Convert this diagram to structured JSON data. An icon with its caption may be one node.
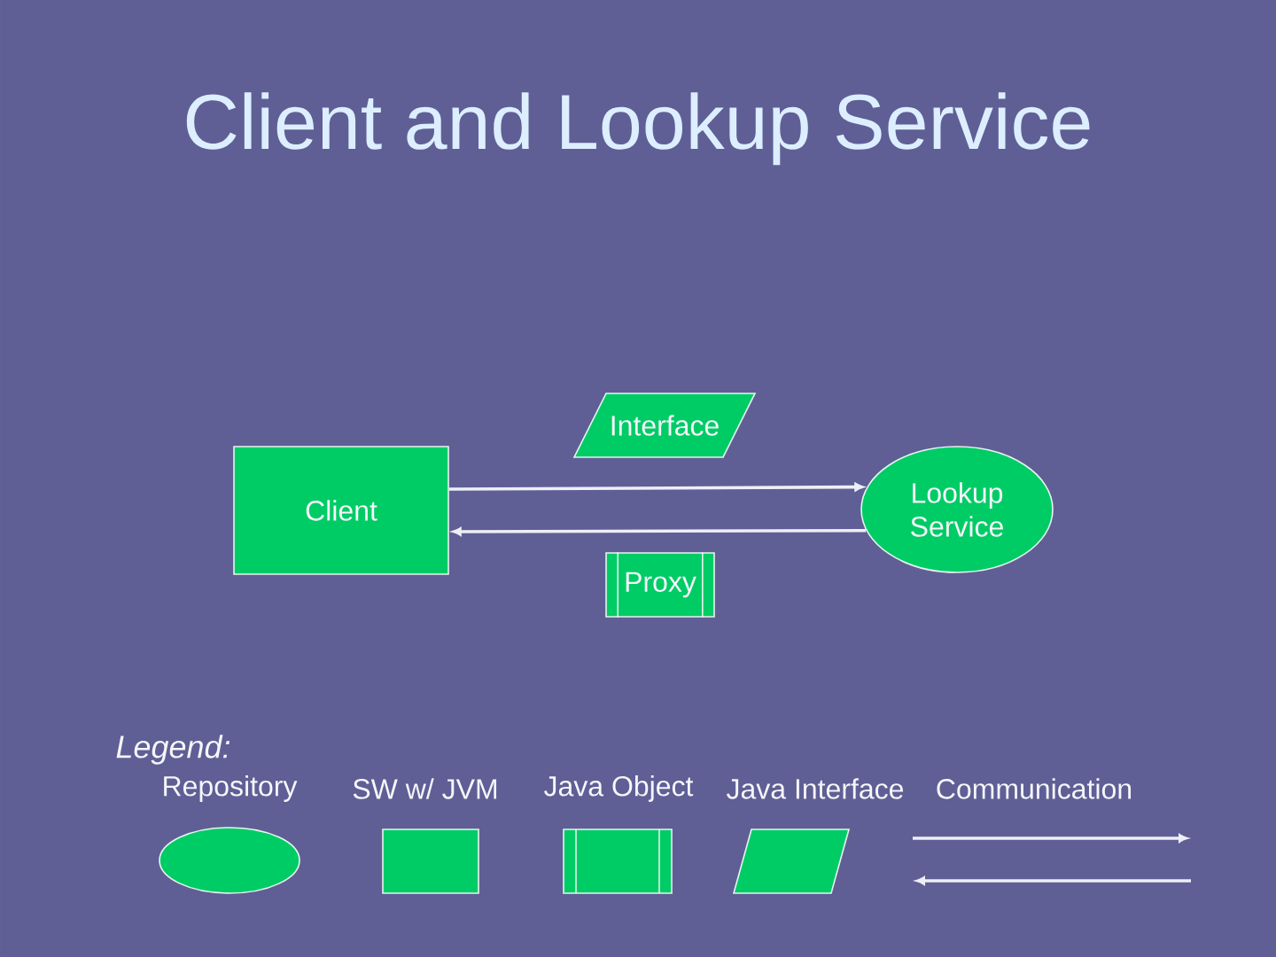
{
  "diagram": {
    "title": "Client and Lookup Service",
    "nodes": [
      {
        "text": [
          "Interface"
        ]
      },
      {
        "text": [
          "Client"
        ]
      },
      {
        "text": [
          "Lookup Service"
        ]
      },
      {
        "text": [
          "Proxy"
        ]
      }
    ],
    "edges": [
      {
        "from": 1,
        "to": 2,
        "arrow": "to"
      },
      {
        "from": 2,
        "to": 1,
        "arrow": "to"
      }
    ],
    "labels": [
      "Legend:"
    ],
    "legend": [
      {
        "text": "Repository"
      },
      {
        "text": "SW w/ JVM"
      },
      {
        "text": "Java Object"
      },
      {
        "text": "Java Interface"
      },
      {
        "text": "Communication"
      }
    ]
  }
}
